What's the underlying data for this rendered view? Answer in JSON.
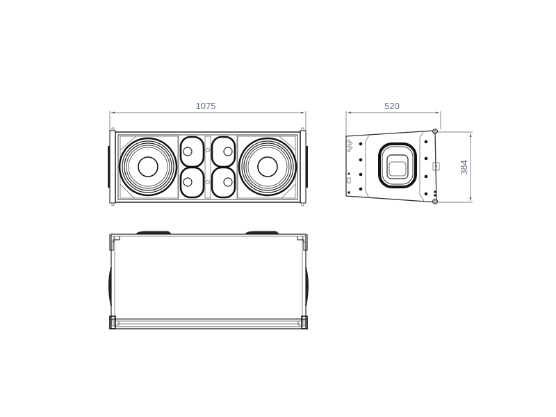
{
  "diagram": {
    "subject": "Two-way line array speaker cabinet dimension drawing",
    "views": [
      {
        "name": "front-view",
        "description": "Front view with two large woofers and four oval mid/high drivers"
      },
      {
        "name": "side-view",
        "description": "Side profile view with rigging handle"
      },
      {
        "name": "top-view",
        "description": "Top view of cabinet"
      }
    ],
    "dimensions": {
      "width": "1075",
      "depth": "520",
      "height": "384"
    },
    "colors": {
      "line": "#333333",
      "dimension_text": "#5a6a8a",
      "background": "#ffffff"
    }
  }
}
